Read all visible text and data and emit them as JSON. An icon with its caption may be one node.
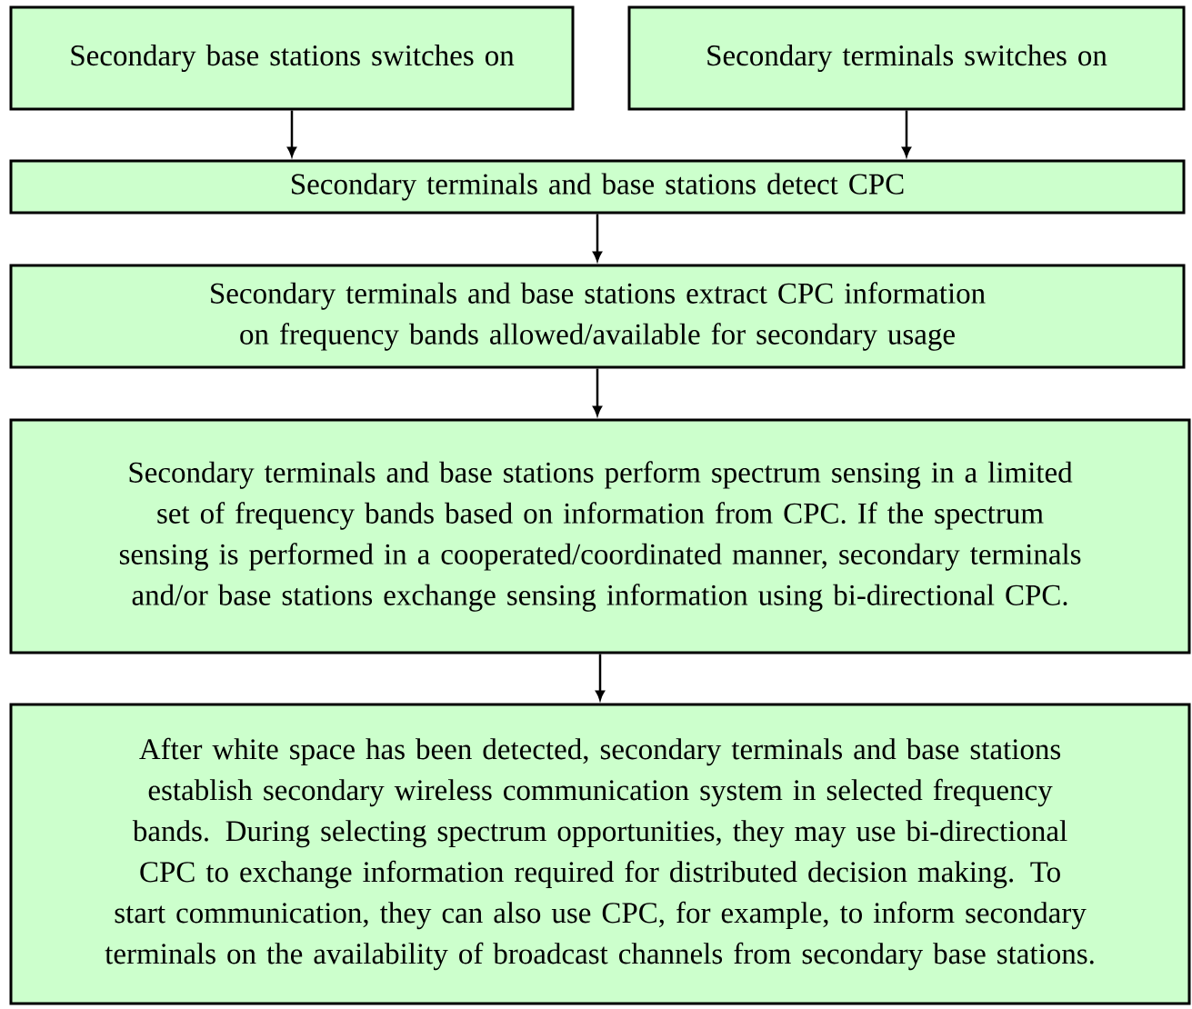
{
  "diagram": {
    "nodes": [
      {
        "text": [
          "Secondary base stations switches on"
        ]
      },
      {
        "text": [
          "Secondary terminals switches on"
        ]
      },
      {
        "text": [
          "Secondary terminals and base stations detect CPC"
        ]
      },
      {
        "text": [
          "Secondary terminals and base stations extract CPC information on frequency bands allowed/available for secondary usage"
        ]
      },
      {
        "text": [
          "Secondary terminals and base stations perform spectrum sensing in a limited set of frequency bands based on information from CPC. If the spectrum sensing is performed in a cooperated/coordinated manner, secondary terminals and/or base stations exchange sensing information using bi-directional CPC."
        ]
      },
      {
        "text": [
          "After white space has been detected, secondary terminals and base stations establish secondary wireless communication system in selected frequency bands. During selecting spectrum opportunities, they may use bi-directional CPC to exchange information required for distributed decision making. To start communication, they can also use CPC, for example, to inform secondary terminals on the availability of broadcast channels from secondary base stations."
        ]
      }
    ],
    "edges": [
      {
        "from": 0,
        "to": 2,
        "arrow": "to"
      },
      {
        "from": 1,
        "to": 2,
        "arrow": "to"
      },
      {
        "from": 2,
        "to": 3,
        "arrow": "to"
      },
      {
        "from": 3,
        "to": 4,
        "arrow": "to"
      },
      {
        "from": 4,
        "to": 5,
        "arrow": "to"
      }
    ]
  }
}
